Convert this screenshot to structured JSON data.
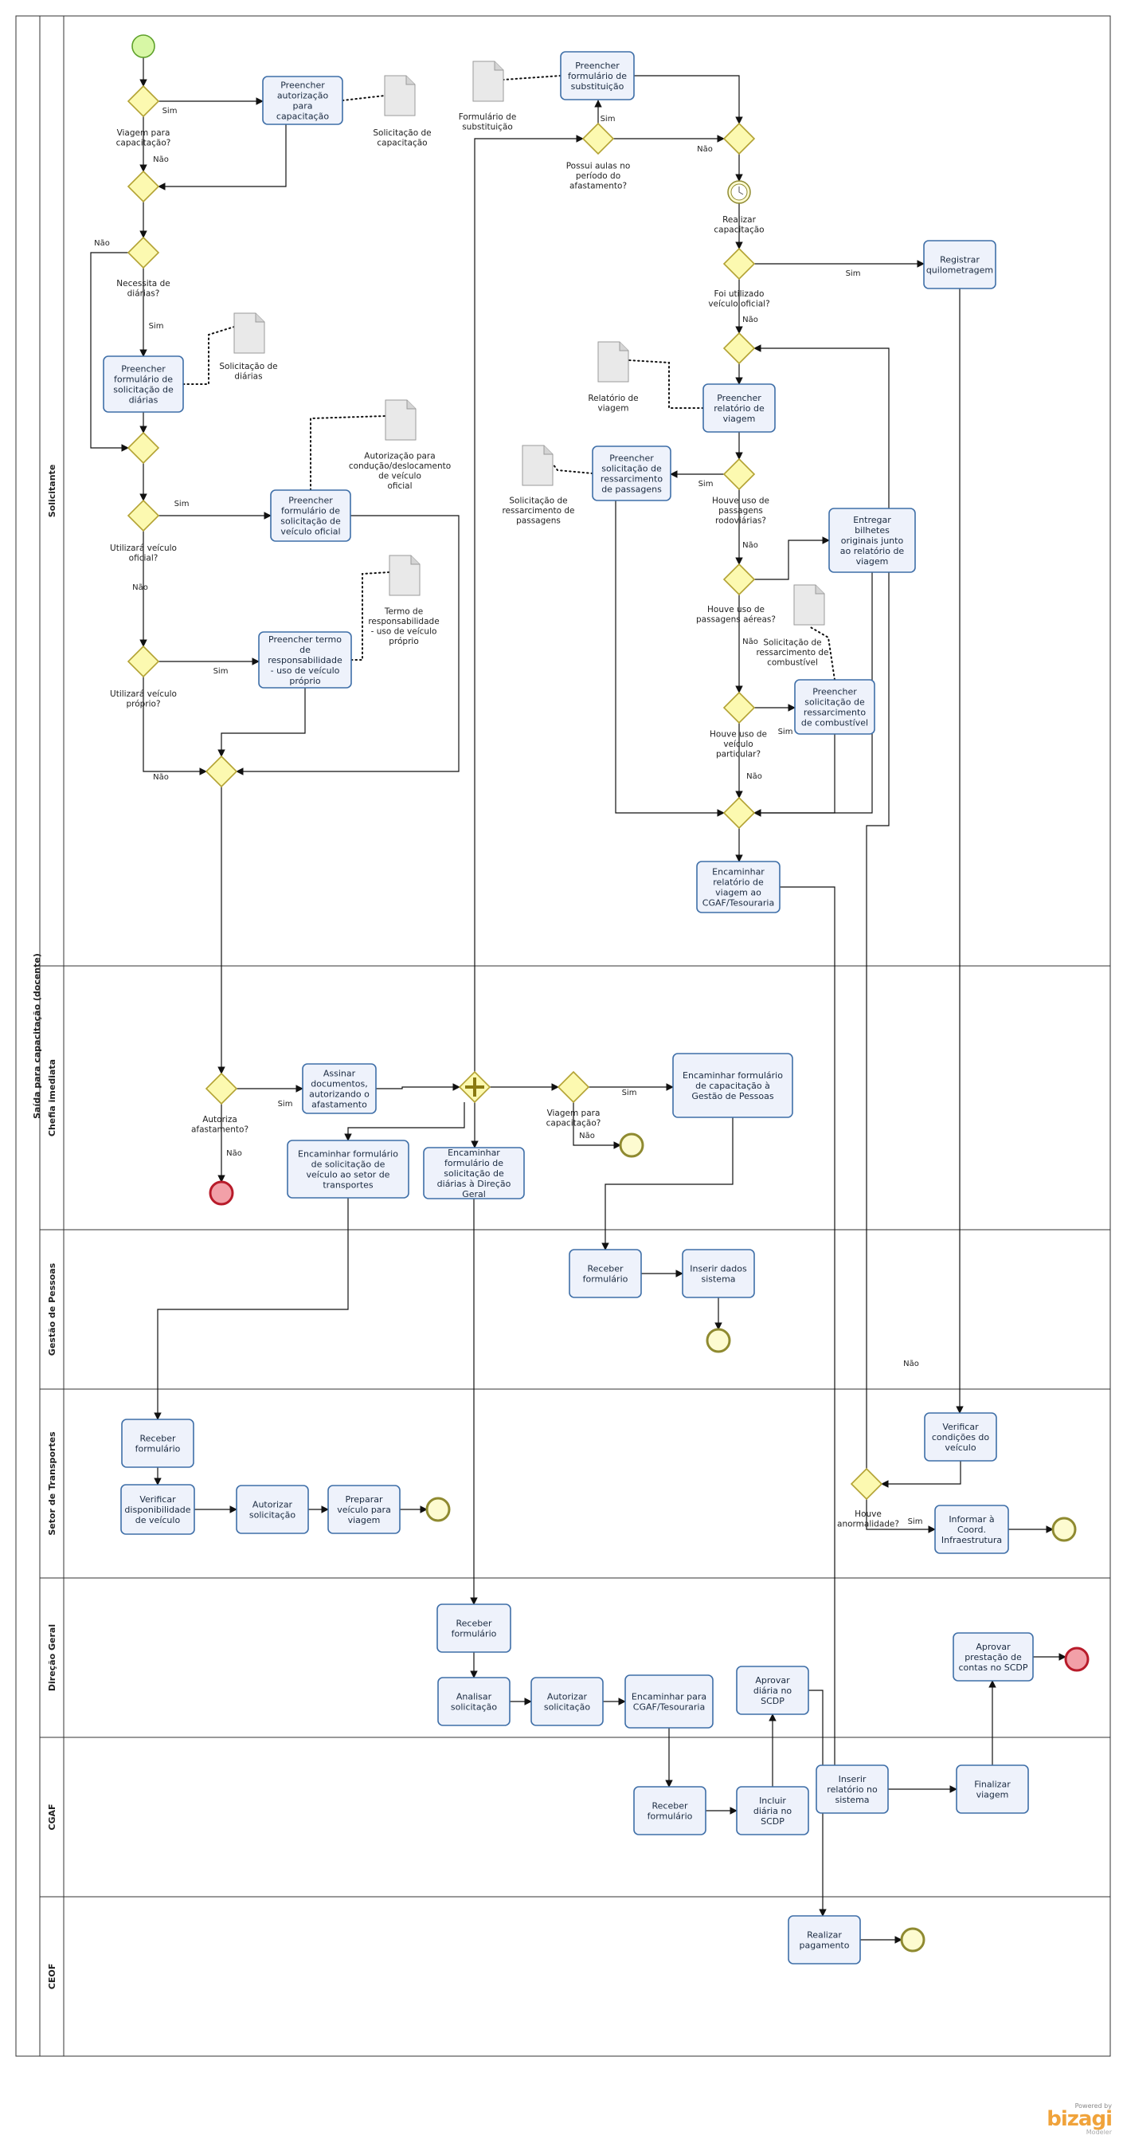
{
  "pool": {
    "title": "Saída para capacitação (docente)"
  },
  "lanes": [
    {
      "id": "sol",
      "label": "Solicitante"
    },
    {
      "id": "che",
      "label": "Chefia imediata"
    },
    {
      "id": "ges",
      "label": "Gestão de Pessoas"
    },
    {
      "id": "set",
      "label": "Setor de Transportes"
    },
    {
      "id": "dir",
      "label": "Direção Geral"
    },
    {
      "id": "cga",
      "label": "CGAF"
    },
    {
      "id": "ceo",
      "label": "CEOF"
    }
  ],
  "tasks": [
    {
      "id": "t_aut_cap",
      "label": "Preencher autorização para capacitação"
    },
    {
      "id": "t_diarias",
      "label": "Preencher formulário de solicitação de diárias"
    },
    {
      "id": "t_veic_oficial",
      "label": "Preencher formulário de solicitação de veículo oficial"
    },
    {
      "id": "t_termo",
      "label": "Preencher termo de responsabilidade - uso de veículo próprio"
    },
    {
      "id": "t_subst",
      "label": "Preencher formulário de substituição"
    },
    {
      "id": "t_quilometragem",
      "label": "Registrar quilometragem"
    },
    {
      "id": "t_rel_viagem",
      "label": "Preencher relatório de viagem"
    },
    {
      "id": "t_ress_pass",
      "label": "Preencher solicitação de ressarcimento de passagens"
    },
    {
      "id": "t_bilhetes",
      "label": "Entregar bilhetes originais junto ao relatório de viagem"
    },
    {
      "id": "t_ress_comb",
      "label": "Preencher solicitação de ressarcimento de combustível"
    },
    {
      "id": "t_enc_rel",
      "label": "Encaminhar relatório de viagem ao CGAF/Tesouraria"
    },
    {
      "id": "t_assinar",
      "label": "Assinar documentos, autorizando o afastamento"
    },
    {
      "id": "t_enc_gp",
      "label": "Encaminhar formulário de capacitação à Gestão de Pessoas"
    },
    {
      "id": "t_enc_transp",
      "label": "Encaminhar formulário de solicitação de veículo ao setor de transportes"
    },
    {
      "id": "t_enc_dg",
      "label": "Encaminhar formulário de solicitação de diárias à Direção Geral"
    },
    {
      "id": "t_receber_gp",
      "label": "Receber formulário"
    },
    {
      "id": "t_inserir_dados",
      "label": "Inserir dados sistema"
    },
    {
      "id": "t_receber_st",
      "label": "Receber formulário"
    },
    {
      "id": "t_verif_disp",
      "label": "Verificar disponibilidade de veículo"
    },
    {
      "id": "t_autorizar_st",
      "label": "Autorizar solicitação"
    },
    {
      "id": "t_preparar",
      "label": "Preparar veículo para viagem"
    },
    {
      "id": "t_verif_cond",
      "label": "Verificar condições do veículo"
    },
    {
      "id": "t_informar",
      "label": "Informar à Coord. Infraestrutura"
    },
    {
      "id": "t_receber_dg",
      "label": "Receber formulário"
    },
    {
      "id": "t_analisar",
      "label": "Analisar solicitação"
    },
    {
      "id": "t_autorizar_dg",
      "label": "Autorizar solicitação"
    },
    {
      "id": "t_enc_cgaf",
      "label": "Encaminhar para CGAF/Tesouraria"
    },
    {
      "id": "t_aprovar_diaria",
      "label": "Aprovar diária no SCDP"
    },
    {
      "id": "t_aprovar_prest",
      "label": "Aprovar prestação de contas no SCDP"
    },
    {
      "id": "t_receber_cgaf",
      "label": "Receber formulário"
    },
    {
      "id": "t_incluir_diaria",
      "label": "Incluir diária no SCDP"
    },
    {
      "id": "t_inserir_rel",
      "label": "Inserir relatório no sistema"
    },
    {
      "id": "t_finalizar",
      "label": "Finalizar viagem"
    },
    {
      "id": "t_pagamento",
      "label": "Realizar pagamento"
    }
  ],
  "documents": [
    {
      "id": "d_sol_cap",
      "label": "Solicitação de capacitação"
    },
    {
      "id": "d_sol_diarias",
      "label": "Solicitação de diárias"
    },
    {
      "id": "d_aut_cond",
      "label": "Autorização para condução/deslocamento de veículo oficial"
    },
    {
      "id": "d_termo",
      "label": "Termo de responsabilidade - uso de veículo próprio"
    },
    {
      "id": "d_form_subst",
      "label": "Formulário de substituição"
    },
    {
      "id": "d_rel_viagem",
      "label": "Relatório de viagem"
    },
    {
      "id": "d_sol_pass",
      "label": "Solicitação de ressarcimento de passagens"
    },
    {
      "id": "d_sol_comb",
      "label": "Solicitação de ressarcimento de combustível"
    }
  ],
  "gateways": [
    {
      "id": "g_viagem",
      "label": "Viagem para capacitação?"
    },
    {
      "id": "g_diarias",
      "label": "Necessita de diárias?"
    },
    {
      "id": "g_oficial",
      "label": "Utilizará veículo oficial?"
    },
    {
      "id": "g_proprio",
      "label": "Utilizará veículo próprio?"
    },
    {
      "id": "g_aulas",
      "label": "Possui aulas no período do afastamento?"
    },
    {
      "id": "g_usado_oficial",
      "label": "Foi utilizado veículo oficial?"
    },
    {
      "id": "g_rodov",
      "label": "Houve uso de passagens rodoviárias?"
    },
    {
      "id": "g_aereas",
      "label": "Houve uso de passagens aéreas?"
    },
    {
      "id": "g_particular",
      "label": "Houve uso de veículo particular?"
    },
    {
      "id": "g_autoriza",
      "label": "Autoriza afastamento?"
    },
    {
      "id": "g_viagem2",
      "label": "Viagem para capacitação?"
    },
    {
      "id": "g_anormal",
      "label": "Houve anormalidade?"
    }
  ],
  "events": {
    "timer_label": "Realizar capacitação"
  },
  "flow_labels": {
    "yes": "Sim",
    "no": "Não"
  },
  "branding": {
    "powered": "Powered by",
    "name": "bizagi",
    "sub": "Modeler"
  },
  "colors": {
    "task_fill": "#eef2fb",
    "task_stroke": "#3f6fa8",
    "gateway_fill": "#fcf9b0",
    "gateway_stroke": "#b3a233",
    "start_fill": "#d7f7a5",
    "start_stroke": "#5ea12a",
    "end_fill": "#f2a0a8",
    "end_stroke": "#b81b2a",
    "end_plain_fill": "#fdfbd0",
    "brand": "#f0a33b"
  }
}
